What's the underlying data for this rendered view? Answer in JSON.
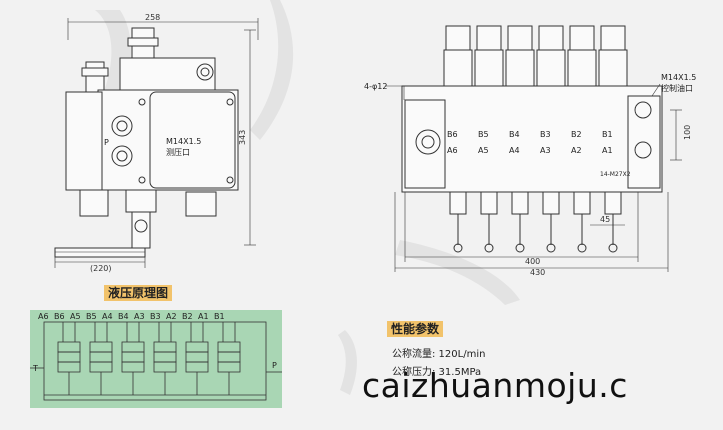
{
  "left_view": {
    "dim_width": "258",
    "dim_height": "343",
    "dim_handle": "(220)",
    "port_thread": "M14X1.5",
    "port_name": "测压口",
    "port_p": "P"
  },
  "right_view": {
    "mount_holes": "4-φ12",
    "thread_label": "M14X1.5",
    "control_port": "控制油口",
    "b_ports": [
      "B6",
      "B5",
      "B4",
      "B3",
      "B2",
      "B1"
    ],
    "a_ports": [
      "A6",
      "A5",
      "A4",
      "A3",
      "A2",
      "A1"
    ],
    "dim_height": "100",
    "dim_pitch": "45",
    "dim_400": "400",
    "dim_430": "430",
    "small_note": "14-M27X2"
  },
  "hydraulic_title": "液压原理图",
  "schematic": {
    "port_labels": [
      "A6",
      "B6",
      "A5",
      "B5",
      "A4",
      "B4",
      "A3",
      "B3",
      "A2",
      "B2",
      "A1",
      "B1"
    ],
    "t_label": "T",
    "p_label": "P"
  },
  "params": {
    "heading": "性能参数",
    "flow": "公称流量: 120L/min",
    "pressure": "公称压力: 31.5MPa"
  },
  "watermark": "caizhuanmoju.c"
}
